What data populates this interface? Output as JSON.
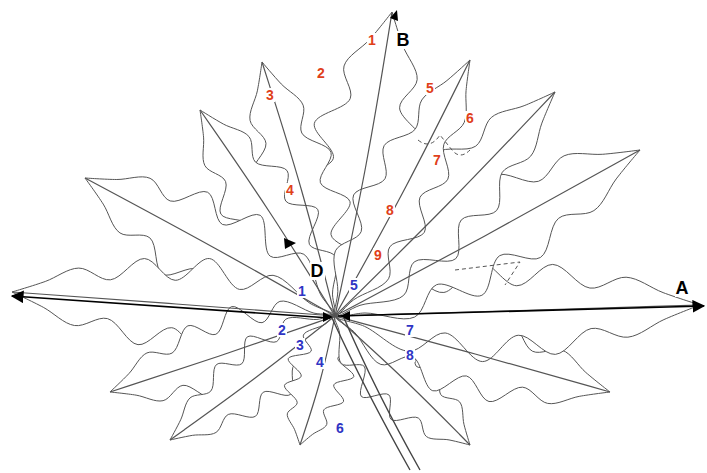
{
  "diagram": {
    "labels": [
      "1",
      "2",
      "3",
      "4",
      "5",
      "6",
      "7",
      "8",
      "9",
      "D",
      "A",
      "B",
      "1",
      "2",
      "3",
      "4",
      "5",
      "6",
      "7",
      "8"
    ]
  }
}
